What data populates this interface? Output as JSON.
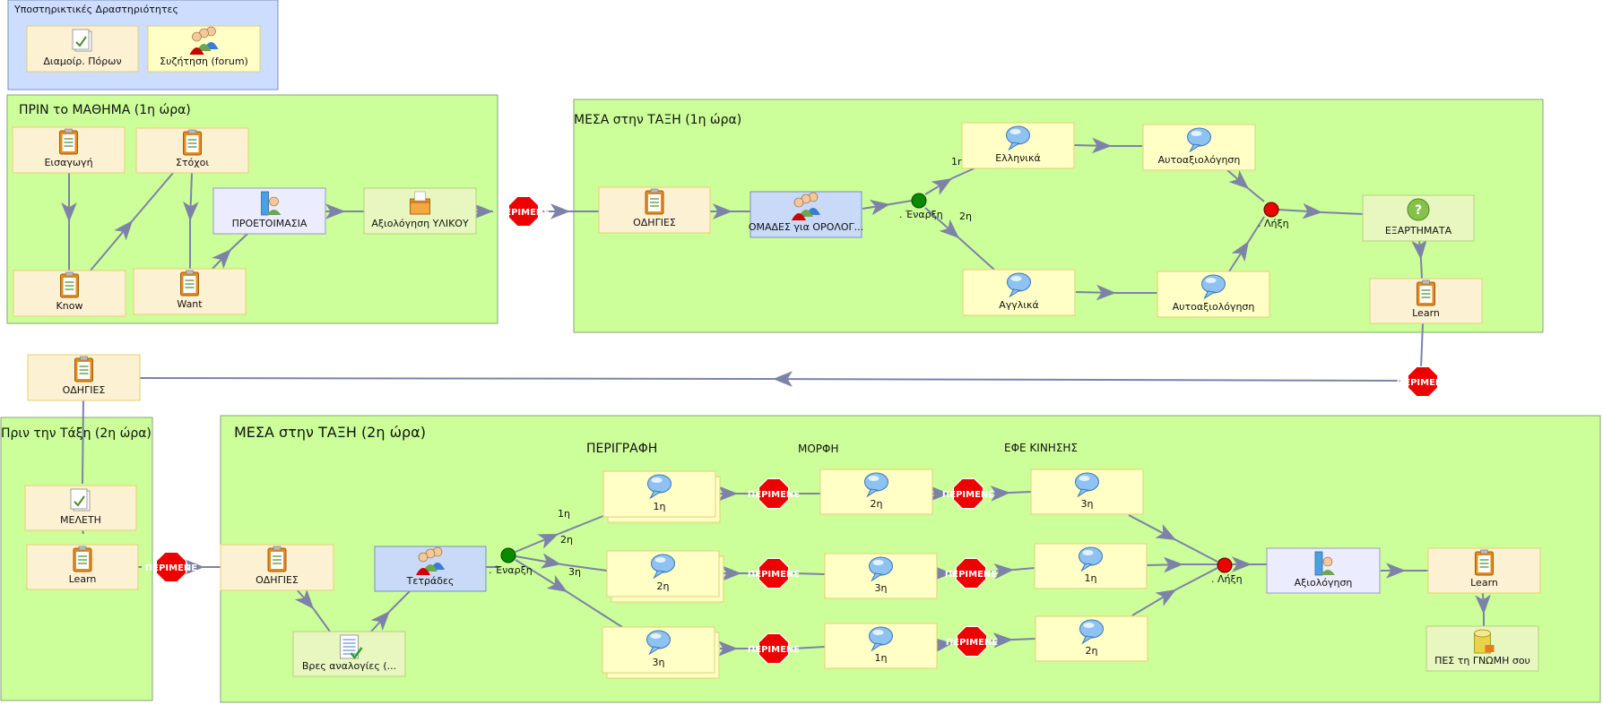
{
  "groups": {
    "support": "Υποστηρικτικές Δραστηριότητες",
    "before_lesson": "ΠΡΙΝ το ΜΑΘΗΜΑ (1η ώρα)",
    "in_class_1": "ΜΕΣΑ στην ΤΑΞΗ (1η ώρα)",
    "before_class_2": "Πριν την Τάξη (2η ώρα)",
    "in_class_2": "ΜΕΣΑ στην ΤΑΞΗ (2η ώρα)"
  },
  "sections": {
    "description": "ΠΕΡΙΓΡΑΦΗ",
    "form": "ΜΟΡΦΗ",
    "motion": "ΕΦΕ ΚΙΝΗΣΗΣ"
  },
  "activities": {
    "resource_share": "Διαμοίρ. Πόρων",
    "forum": "Συζήτηση (forum)",
    "intro": "Εισαγωγή",
    "goals": "Στόχοι",
    "know": "Know",
    "want": "Want",
    "preparation": "ΠΡΟΕΤΟΙΜΑΣΙΑ",
    "material_eval": "Αξιολόγηση ΥΛΙΚΟΥ",
    "instructions_1": "ΟΔΗΓΙΕΣ",
    "groups_terms": "ΟΜΑΔΕΣ για ΟΡΟΛΟΓ...",
    "greek": "Ελληνικά",
    "english": "Αγγλικά",
    "self_eval_1": "Αυτοαξιολόγηση",
    "self_eval_2": "Αυτοαξιολόγηση",
    "appendices": "ΕΞΑΡΤΗΜΑΤΑ",
    "learn_1": "Learn",
    "instructions_2": "ΟΔΗΓΙΕΣ",
    "study": "ΜΕΛΕΤΗ",
    "learn_2": "Learn",
    "instructions_3": "ΟΔΗΓΙΕΣ",
    "quads": "Τετράδες",
    "analogies": "Βρες αναλογίες (...",
    "p1": "1η",
    "p2": "2η",
    "p3": "3η",
    "m2": "2η",
    "m3": "3η",
    "m1": "1η",
    "e3": "3η",
    "e1": "1η",
    "e2": "2η",
    "evaluation": "Αξιολόγηση",
    "learn_3": "Learn",
    "opinion": "ΠΕΣ τη ΓΝΩΜΗ σου"
  },
  "gates": {
    "start_1": ". Έναρξη",
    "end_1": ". Λήξη",
    "start_2": ". Έναρξη",
    "end_2": ". Λήξη",
    "stop": "ΠΕΡΙΜΕΝΕ"
  },
  "edge_labels": {
    "b1": "1η",
    "b2": "2η",
    "c1": "1η",
    "c2": "2η",
    "c3": "3η"
  },
  "colors": {
    "group_green": "#ccff99",
    "group_blue": "#ccddff",
    "box_orange": "#fdf1d3",
    "box_yellow": "#ffffc6",
    "box_lilac": "#ececff",
    "box_blue": "#c8daf7",
    "box_green": "#e8f7c0",
    "edge": "#7d82a8",
    "start_gate": "#0a8a00",
    "end_gate": "#ee0000",
    "stop_sign": "#ee0000"
  }
}
